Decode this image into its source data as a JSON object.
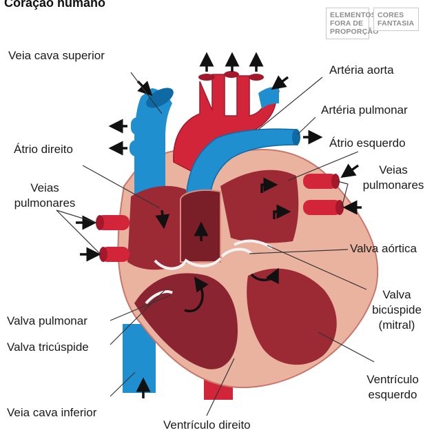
{
  "title": "Coração humano",
  "badges": {
    "elements_out_of_proportion": [
      "ELEMENTOS",
      "FORA DE",
      "PROPORÇÃO"
    ],
    "fantasy_colors": [
      "CORES",
      "FANTASIA"
    ]
  },
  "labels": {
    "veia_cava_superior": "Veia cava superior",
    "arteria_aorta": "Artéria aorta",
    "arteria_pulmonar": "Artéria pulmonar",
    "atrio_direito": "Átrio direito",
    "atrio_esquerdo": "Átrio esquerdo",
    "veias_pulmonares_left": [
      "Veias",
      "pulmonares"
    ],
    "veias_pulmonares_right": [
      "Veias",
      "pulmonares"
    ],
    "valva_aortica": "Valva aórtica",
    "valva_bicuspide": [
      "Valva",
      "bicúspide",
      "(mitral)"
    ],
    "valva_pulmonar": "Valva pulmonar",
    "valva_tricuspide": "Valva tricúspide",
    "ventriculo_esquerdo": [
      "Ventrículo",
      "esquerdo"
    ],
    "veia_cava_inferior": "Veia cava inferior",
    "ventriculo_direito": "Ventrículo direito"
  },
  "colors": {
    "deoxygenated_blue": "#1f8fd0",
    "oxygenated_red": "#d3253a",
    "myocardium": "#eab3a0",
    "chamber": "#9b2a35",
    "leader_line": "#333333"
  }
}
